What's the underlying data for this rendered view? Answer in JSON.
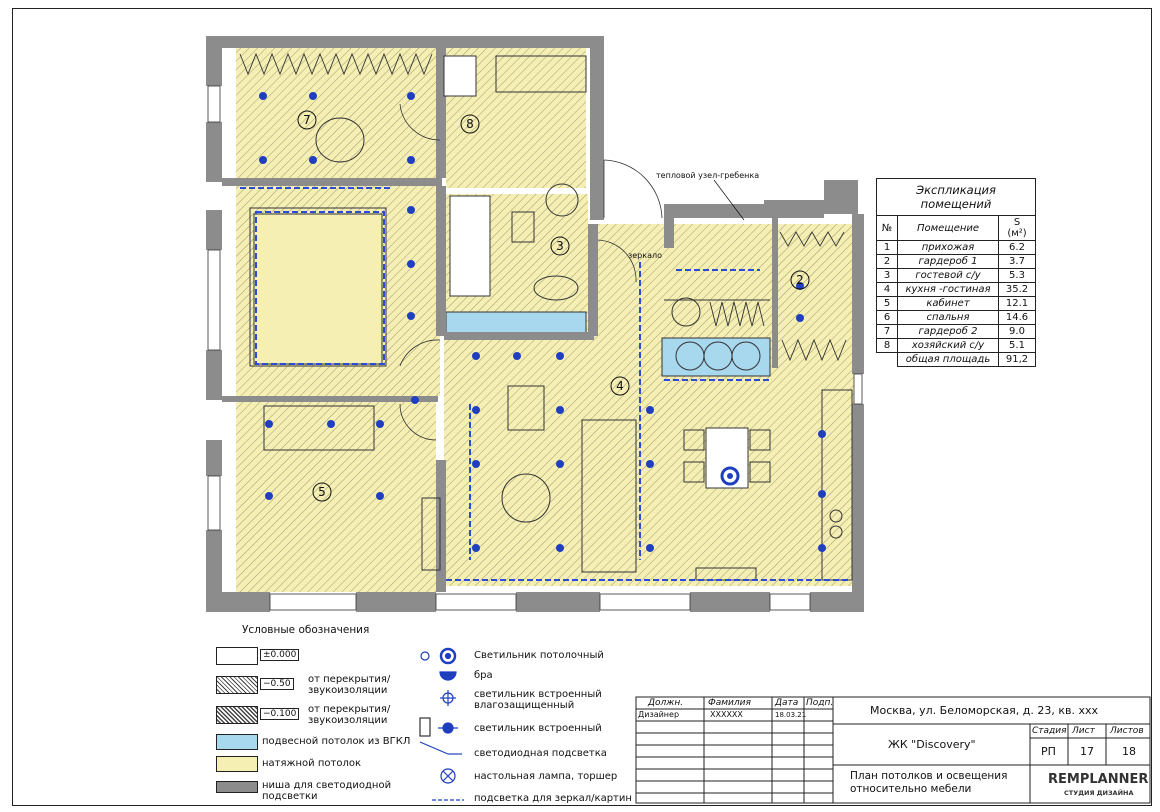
{
  "explication": {
    "title": "Экспликация помещений",
    "col_num": "№",
    "col_name": "Помещение",
    "col_area": "S (м²)",
    "rows": [
      {
        "num": "1",
        "name": "прихожая",
        "area": "6.2"
      },
      {
        "num": "2",
        "name": "гардероб 1",
        "area": "3.7"
      },
      {
        "num": "3",
        "name": "гостевой с/у",
        "area": "5.3"
      },
      {
        "num": "4",
        "name": "кухня -гостиная",
        "area": "35.2"
      },
      {
        "num": "5",
        "name": "кабинет",
        "area": "12.1"
      },
      {
        "num": "6",
        "name": "спальня",
        "area": "14.6"
      },
      {
        "num": "7",
        "name": "гардероб 2",
        "area": "9.0"
      },
      {
        "num": "8",
        "name": "хозяйский с/у",
        "area": "5.1"
      }
    ],
    "total_label": "общая площадь",
    "total_value": "91,2"
  },
  "plan": {
    "room_numbers": [
      "7",
      "8",
      "3",
      "2",
      "4",
      "5"
    ],
    "note_heat_node": "тепловой узел-гребенка",
    "note_mirror": "зеркало",
    "colors": {
      "stretch": "#f5efb4",
      "gkl": "#a8d8ee",
      "wall": "#8c8c8c",
      "lamp": "#1f3fbf",
      "led": "#2a4cd6"
    }
  },
  "legend": {
    "title": "Условные обозначения",
    "items": [
      {
        "label": "",
        "code": "±0.000"
      },
      {
        "label": "от перекрытия/ звукоизоляции",
        "code": "−0.50"
      },
      {
        "label": "от перекрытия/ звукоизоляции",
        "code": "−0.100"
      },
      {
        "label": "подвесной потолок из ВГКЛ",
        "code": ""
      },
      {
        "label": "натяжной потолок",
        "code": ""
      },
      {
        "label": "ниша для светодиодной подсветки",
        "code": ""
      }
    ],
    "symbols": [
      "Светильник потолочный",
      "бра",
      "светильник встроенный влагозащищенный",
      "светильник встроенный",
      "светодиодная подсветка",
      "настольная лампа, торшер",
      "подсветка для зеркал/картин"
    ]
  },
  "stamp": {
    "col_position": "Должн.",
    "col_surname": "Фамилия",
    "col_date": "Дата",
    "col_sign": "Подп.",
    "role": "Дизайнер",
    "surname": "XXXXXX",
    "date": "18.03.21",
    "address": "Москва, ул. Беломорская, д. 23, кв. xxx",
    "project": "ЖК \"Discovery\"",
    "stage_label": "Стадия",
    "sheet_label": "Лист",
    "sheets_label": "Листов",
    "stage": "РП",
    "sheet": "17",
    "sheets": "18",
    "drawing_title": "План потолков и освещения относительно мебели",
    "brand": "REMPLANNER",
    "brand_sub": "СТУДИЯ ДИЗАЙНА"
  }
}
